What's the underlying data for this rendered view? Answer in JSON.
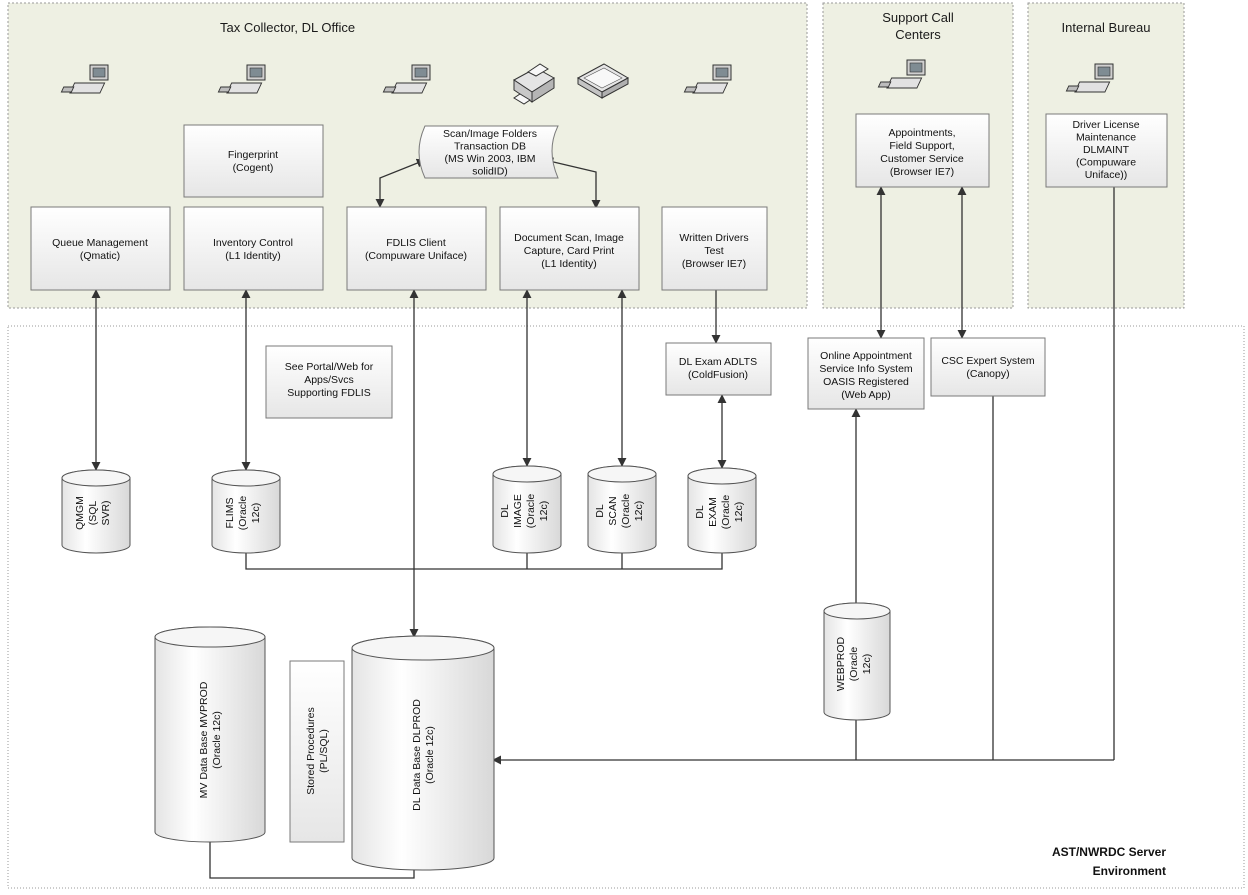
{
  "zones": {
    "tax_collector": "Tax Collector, DL Office",
    "support_call_centers": [
      "Support Call",
      "Centers"
    ],
    "internal_bureau": "Internal Bureau",
    "server_environment": [
      "AST/NWRDC Server",
      "Environment"
    ]
  },
  "boxes": {
    "fingerprint": [
      "Fingerprint",
      "(Cogent)"
    ],
    "queue_management": [
      "Queue Management",
      "(Qmatic)"
    ],
    "inventory_control": [
      "Inventory Control",
      "(L1 Identity)"
    ],
    "fdlis_client": [
      "FDLIS Client",
      "(Compuware Uniface)"
    ],
    "document_scan": [
      "Document Scan, Image",
      "Capture, Card Print",
      "(L1 Identity)"
    ],
    "written_test": [
      "Written Drivers",
      "Test",
      "(Browser IE7)"
    ],
    "scan_folders": [
      "Scan/Image Folders",
      "Transaction DB",
      "(MS Win 2003, IBM",
      "solidID)"
    ],
    "appointments": [
      "Appointments,",
      "Field Support,",
      "Customer Service",
      "(Browser IE7)"
    ],
    "dl_maint": [
      "Driver License",
      "Maintenance",
      "DLMAINT",
      "(Compuware",
      "Uniface))"
    ],
    "portal_note": [
      "See Portal/Web for",
      "Apps/Svcs",
      "Supporting FDLIS"
    ],
    "dl_exam": [
      "DL Exam ADLTS",
      "(ColdFusion)"
    ],
    "oasis": [
      "Online Appointment",
      "Service Info System",
      "OASIS Registered",
      "(Web App)"
    ],
    "csc_expert": [
      "CSC Expert System",
      "(Canopy)"
    ],
    "stored_procedures": [
      "Stored Procedures",
      "(PL/SQL)"
    ]
  },
  "databases": {
    "qmgm": [
      "QMGM",
      "(SQL",
      "SVR)"
    ],
    "flims": [
      "FLIMS",
      "(Oracle",
      "12c)"
    ],
    "dl_image": [
      "DL",
      "IMAGE",
      "(Oracle",
      "12c)"
    ],
    "dl_scan": [
      "DL",
      "SCAN",
      "(Oracle",
      "12c)"
    ],
    "dl_exam_db": [
      "DL",
      "EXAM",
      "(Oracle",
      "12c)"
    ],
    "webprod": [
      "WEBPROD",
      "(Oracle",
      "12c)"
    ],
    "mvprod": [
      "MV Data Base MVPROD",
      "(Oracle 12c)"
    ],
    "dlprod": [
      "DL Data Base DLPROD",
      "(Oracle 12c)"
    ]
  },
  "icons": [
    "workstation-icon",
    "card-printer-icon",
    "flatbed-scanner-icon"
  ],
  "colors": {
    "zone_fill": "#eef0e3",
    "zone_border": "#9a9a9a",
    "box_fill": "#f4f4f4",
    "box_border": "#7a7a7a",
    "line": "#333333"
  }
}
